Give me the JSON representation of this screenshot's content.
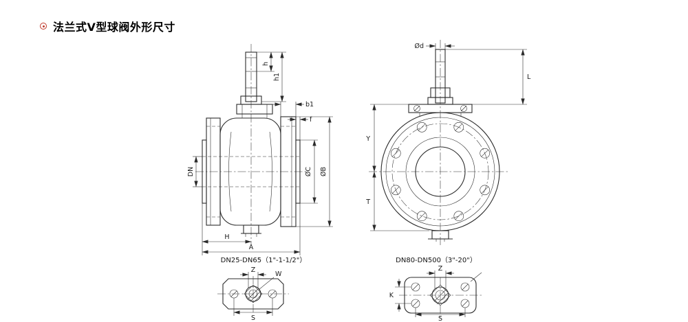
{
  "page": {
    "title": "法兰式V型球阀外形尺寸",
    "accent_color": "#c0392b",
    "line_color": "#2b2b2b"
  },
  "front_view": {
    "dims": {
      "h": "h",
      "h1": "h1",
      "b1": "b1",
      "f": "f",
      "dn": "DN",
      "oc": "ØC",
      "ob": "ØB",
      "H": "H",
      "A": "A"
    }
  },
  "side_view": {
    "dims": {
      "od": "Ød",
      "L": "L",
      "Y": "Y",
      "T": "T"
    }
  },
  "pad_small": {
    "caption": "DN25-DN65（1\"-1-1/2\"）",
    "dims": {
      "Z": "Z",
      "W": "W",
      "S": "S"
    }
  },
  "pad_large": {
    "caption": "DN80-DN500（3\"-20\"）",
    "dims": {
      "Z": "Z",
      "K": "K",
      "S": "S"
    }
  }
}
